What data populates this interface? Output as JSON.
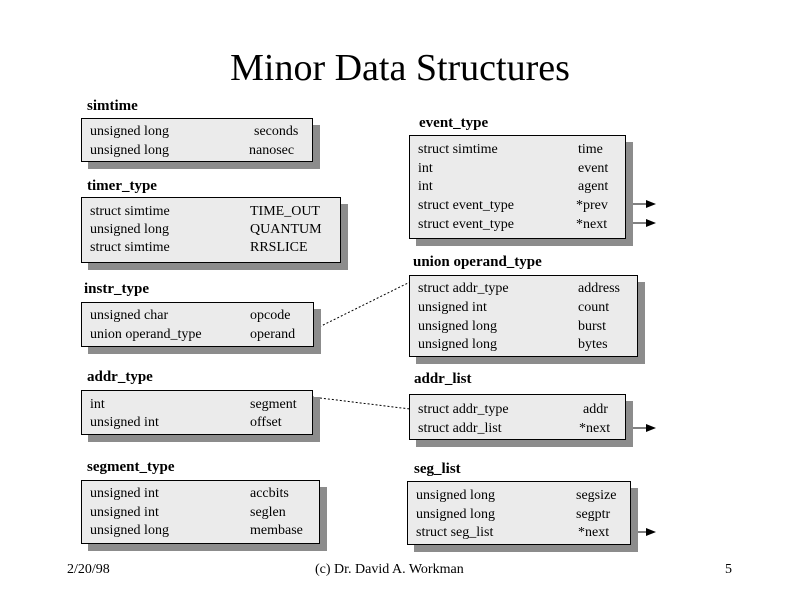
{
  "title": "Minor Data Structures",
  "structs": {
    "simtime": {
      "name": "simtime",
      "rows": [
        {
          "type": "unsigned long",
          "field": "seconds"
        },
        {
          "type": "unsigned long",
          "field": "nanosec"
        }
      ]
    },
    "timer_type": {
      "name": "timer_type",
      "rows": [
        {
          "type": "struct simtime",
          "field": "TIME_OUT"
        },
        {
          "type": "unsigned long",
          "field": "QUANTUM"
        },
        {
          "type": "struct simtime",
          "field": "RRSLICE"
        }
      ]
    },
    "instr_type": {
      "name": "instr_type",
      "rows": [
        {
          "type": "unsigned char",
          "field": "opcode"
        },
        {
          "type": "union operand_type",
          "field": "operand"
        }
      ]
    },
    "addr_type": {
      "name": "addr_type",
      "rows": [
        {
          "type": "int",
          "field": "segment"
        },
        {
          "type": "unsigned int",
          "field": "offset"
        }
      ]
    },
    "segment_type": {
      "name": "segment_type",
      "rows": [
        {
          "type": "unsigned int",
          "field": "accbits"
        },
        {
          "type": "unsigned int",
          "field": "seglen"
        },
        {
          "type": "unsigned long",
          "field": "membase"
        }
      ]
    },
    "event_type": {
      "name": "event_type",
      "rows": [
        {
          "type": "struct  simtime",
          "field": "time"
        },
        {
          "type": "int",
          "field": "event"
        },
        {
          "type": "int",
          "field": "agent"
        },
        {
          "type": "struct  event_type",
          "field": "*prev"
        },
        {
          "type": "struct  event_type",
          "field": "*next"
        }
      ]
    },
    "operand_type": {
      "name": "union  operand_type",
      "rows": [
        {
          "type": "struct  addr_type",
          "field": "address"
        },
        {
          "type": "unsigned int",
          "field": "count"
        },
        {
          "type": "unsigned long",
          "field": "burst"
        },
        {
          "type": "unsigned long",
          "field": "bytes"
        }
      ]
    },
    "addr_list": {
      "name": "addr_list",
      "rows": [
        {
          "type": "struct  addr_type",
          "field": "addr"
        },
        {
          "type": "struct  addr_list",
          "field": "*next"
        }
      ]
    },
    "seg_list": {
      "name": "seg_list",
      "rows": [
        {
          "type": "unsigned long",
          "field": "segsize"
        },
        {
          "type": "unsigned long",
          "field": "segptr"
        },
        {
          "type": "struct  seg_list",
          "field": "*next"
        }
      ]
    }
  },
  "footer": {
    "date": "2/20/98",
    "credit": "(c) Dr. David A. Workman",
    "page": "5"
  }
}
